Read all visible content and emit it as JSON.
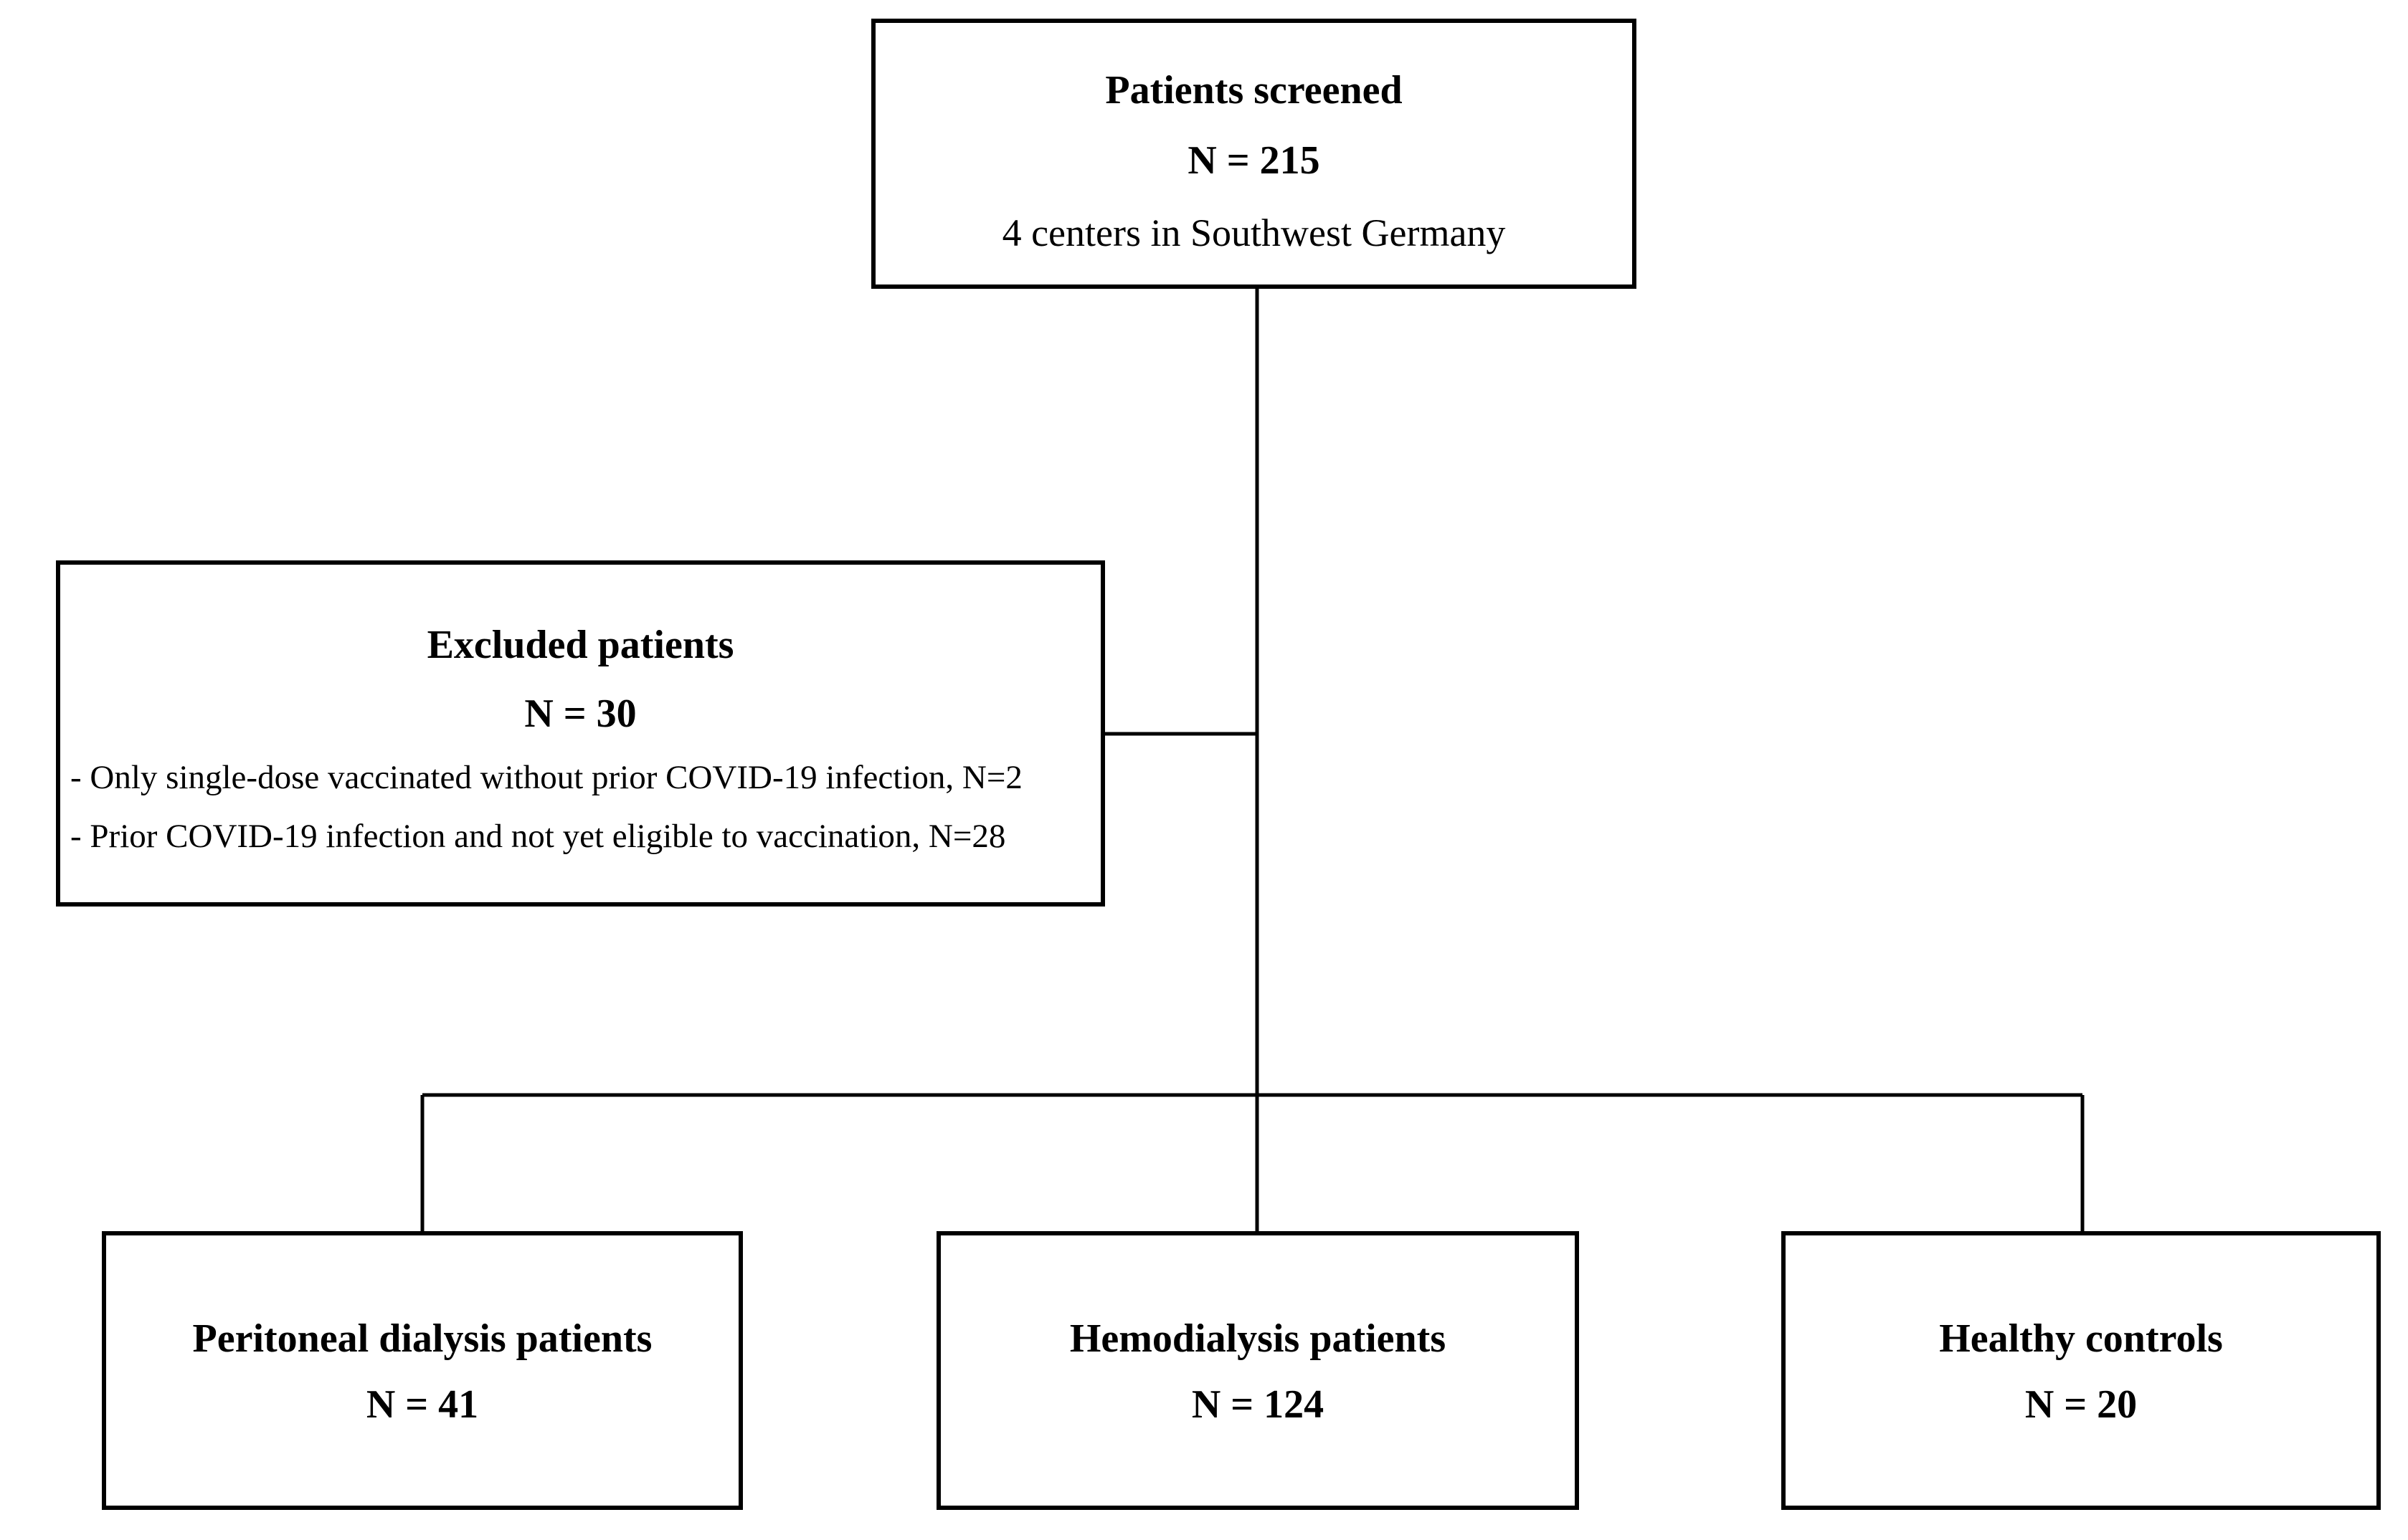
{
  "screened": {
    "title": "Patients screened",
    "count": "N = 215",
    "note": "4 centers in Southwest Germany"
  },
  "excluded": {
    "title": "Excluded patients",
    "count": "N = 30",
    "reasons": [
      "- Only single-dose vaccinated without prior COVID-19 infection, N=2",
      "- Prior COVID-19 infection and not yet eligible to vaccination, N=28"
    ]
  },
  "groups": [
    {
      "title": "Peritoneal dialysis patients",
      "count": "N = 41"
    },
    {
      "title": "Hemodialysis patients",
      "count": "N = 124"
    },
    {
      "title": "Healthy controls",
      "count": "N = 20"
    }
  ]
}
